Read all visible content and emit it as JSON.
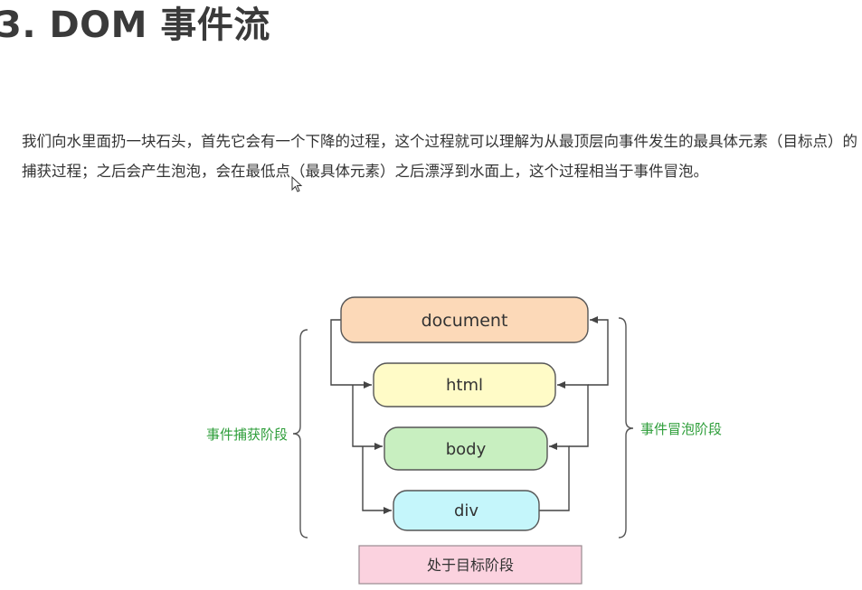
{
  "page": {
    "title": "3. DOM 事件流",
    "paragraph": "我们向水里面扔一块石头，首先它会有一个下降的过程，这个过程就可以理解为从最顶层向事件发生的最具体元素（目标点）的捕获过程；之后会产生泡泡，会在最低点（最具体元素）之后漂浮到水面上，这个过程相当于事件冒泡。"
  },
  "diagram": {
    "nodes": [
      {
        "id": "document",
        "label": "document",
        "color": "#fcd9b8"
      },
      {
        "id": "html",
        "label": "html",
        "color": "#fffbc7"
      },
      {
        "id": "body",
        "label": "body",
        "color": "#c8efc0"
      },
      {
        "id": "div",
        "label": "div",
        "color": "#c5f6fb"
      }
    ],
    "capture_phase_label": "事件捕获阶段",
    "bubble_phase_label": "事件冒泡阶段",
    "target_phase_label": "处于目标阶段",
    "colors": {
      "phase_label": "#2e9e3a",
      "target_box_fill": "#fbd2df",
      "target_box_stroke": "#9a8a90",
      "node_stroke": "#555555",
      "arrow": "#444444"
    }
  }
}
